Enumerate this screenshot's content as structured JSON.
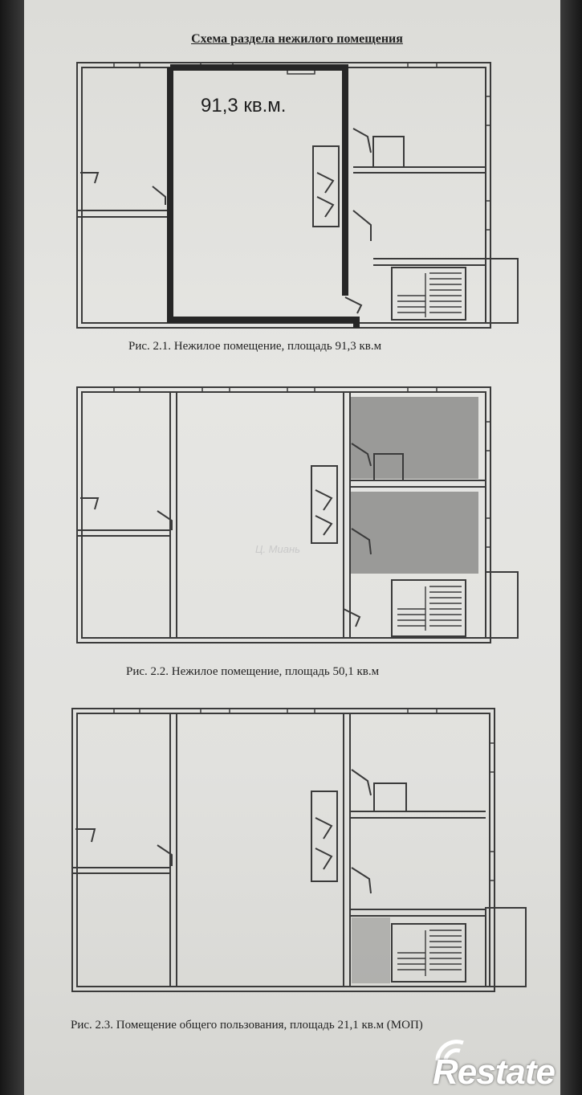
{
  "document": {
    "title": "Схема раздела нежилого помещения",
    "area_label": "91,3 кв.м.",
    "figures": [
      {
        "caption": "Рис. 2.1. Нежилое помещение, площадь 91,3 кв.м"
      },
      {
        "caption": "Рис. 2.2. Нежилое помещение, площадь 50,1 кв.м"
      },
      {
        "caption": "Рис. 2.3. Помещение общего пользования, площадь 21,1 кв.м (МОП)"
      }
    ]
  },
  "watermark": "Ц. Миань",
  "logo": {
    "text": "Restate",
    "icon": "signal-arc-icon"
  },
  "colors": {
    "paper": "#e3e3e0",
    "line": "#3a3a3a",
    "highlight_outline": "#262626",
    "shaded_room": "#9a9a98"
  }
}
